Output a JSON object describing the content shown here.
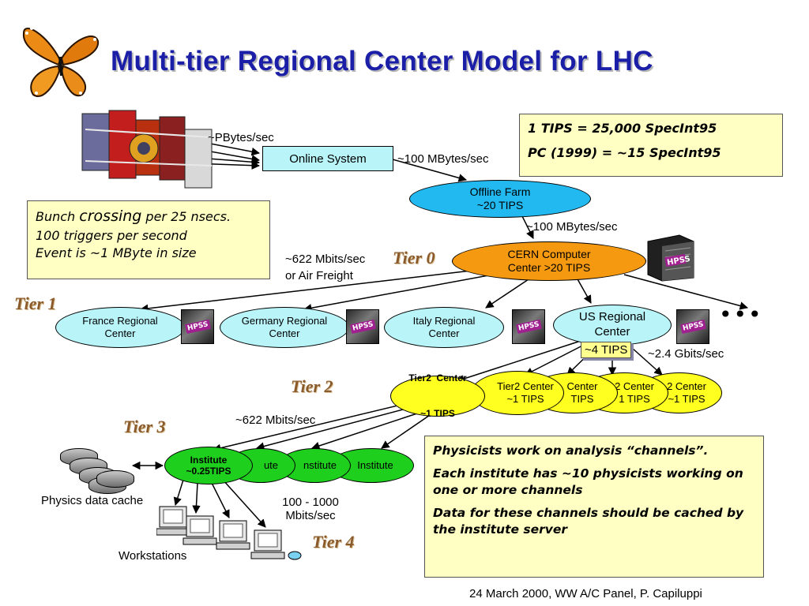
{
  "title": "Multi-tier Regional Center Model for LHC",
  "specs_box": {
    "line1": "1 TIPS = 25,000 SpecInt95",
    "line2": "PC (1999) = ~15 SpecInt95"
  },
  "bunch_box": {
    "line1_a": "Bunch ",
    "line1_b": "crossing",
    "line1_c": " per 25 nsecs.",
    "line2": "100 triggers per second",
    "line3": "Event is ~1 MByte in size"
  },
  "physicists_box": {
    "p1": "Physicists work on analysis “channels”.",
    "p2": "Each institute has ~10 physicists working on one or more channels",
    "p3": "Data for these channels should be cached by the institute server"
  },
  "nodes": {
    "online": "Online System",
    "offline": [
      "Offline Farm",
      "~20 TIPS"
    ],
    "cern": [
      "CERN Computer",
      "Center >20 TIPS"
    ],
    "france": [
      "France Regional",
      "Center"
    ],
    "germany": [
      "Germany Regional",
      "Center"
    ],
    "italy": [
      "Italy Regional",
      "Center"
    ],
    "us": [
      "US Regional",
      "Center"
    ],
    "tier2_main": [
      "Tier2  Center",
      "~1 TIPS"
    ],
    "tier2_b": [
      "Tier2 Center",
      "~1 TIPS"
    ],
    "tier2_c": [
      "Center",
      "TIPS"
    ],
    "tier2_d": [
      "2 Center",
      "1 TIPS"
    ],
    "tier2_e": [
      "2 Center",
      "~1 TIPS"
    ],
    "inst_main": [
      "Institute",
      "~0.25TIPS"
    ],
    "inst_b": "ute",
    "inst_c": "nstitute",
    "inst_d": "Institute"
  },
  "labels": {
    "pbytes": "~PBytes/sec",
    "mbytes1": "~100 MBytes/sec",
    "mbytes2": "~100 MBytes/sec",
    "mbits622a": "~622 Mbits/sec",
    "air_freight": "or Air Freight",
    "four_tips": "~4 TIPS",
    "gbits": "~2.4 Gbits/sec",
    "mbits622b": "~622 Mbits/sec",
    "range1": "100 - 1000",
    "range2": "Mbits/sec",
    "cache": "Physics data cache",
    "workstations": "Workstations",
    "ellipsis": "•••",
    "hpss": "HPSS"
  },
  "tiers": {
    "t0": "Tier 0",
    "t1": "Tier 1",
    "t2": "Tier 2",
    "t3": "Tier 3",
    "t4": "Tier 4"
  },
  "footer": "24 March 2000, WW A/C Panel, P. Capiluppi",
  "colors": {
    "title": "#1b1fa8",
    "note_bg": "#ffffc4",
    "cyan": "#b8f4f8",
    "blue_ellipse": "#22b8f0",
    "orange": "#f59a10",
    "yellow": "#ffff20",
    "green": "#1ecf1e",
    "tier": "#8b5a2b"
  }
}
